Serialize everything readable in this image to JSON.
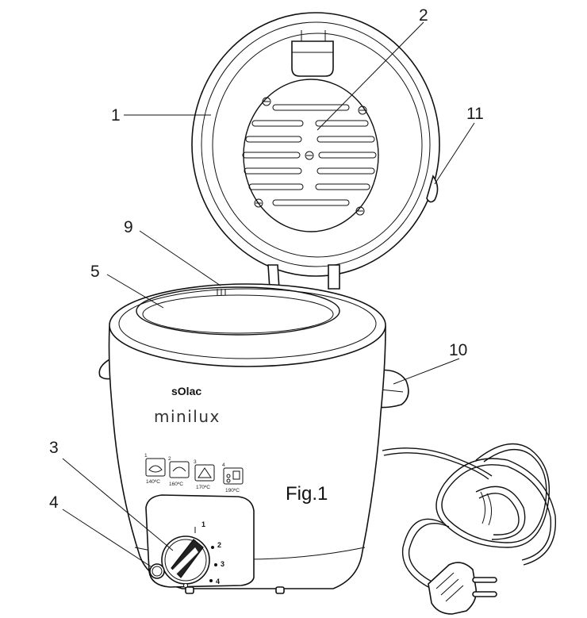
{
  "figure": {
    "label": "Fig.1",
    "brand": "sOlac",
    "model": "minilux"
  },
  "callouts": [
    "1",
    "2",
    "3",
    "4",
    "5",
    "9",
    "10",
    "11"
  ],
  "temperature_settings": [
    {
      "number": "1",
      "temp": "140ºC",
      "icon": "fish-icon"
    },
    {
      "number": "2",
      "temp": "160ºC",
      "icon": "pan-icon"
    },
    {
      "number": "3",
      "temp": "170ºC",
      "icon": "chicken-icon"
    },
    {
      "number": "4",
      "temp": "190ºC",
      "icon": "fries-icon"
    }
  ],
  "dial_marks": [
    "1",
    "2",
    "3",
    "4"
  ],
  "colors": {
    "line": "#111111",
    "background": "#ffffff"
  }
}
